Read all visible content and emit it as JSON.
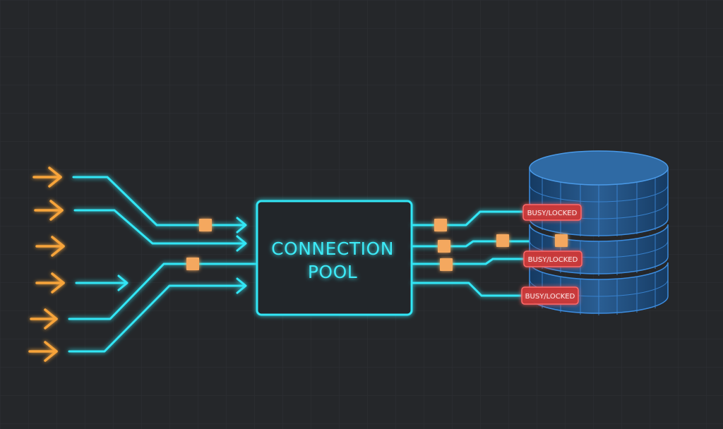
{
  "pool": {
    "label_line1": "CONNECTION",
    "label_line2": "POOL"
  },
  "badges": [
    {
      "label": "BUSY/LOCKED"
    },
    {
      "label": "BUSY/LOCKED"
    },
    {
      "label": "BUSY/LOCKED"
    }
  ],
  "colors": {
    "background": "#25272a",
    "grid": "#2e3034",
    "connection": "#33e6f5",
    "request_arrow": "#f7a43a",
    "packet": "#f4a85e",
    "locked_fill": "#d83a3a",
    "locked_text": "#ffe9e9",
    "db_fill": "#1e4a78",
    "db_top": "#2f6aa4",
    "db_grid": "#3d8de0"
  }
}
